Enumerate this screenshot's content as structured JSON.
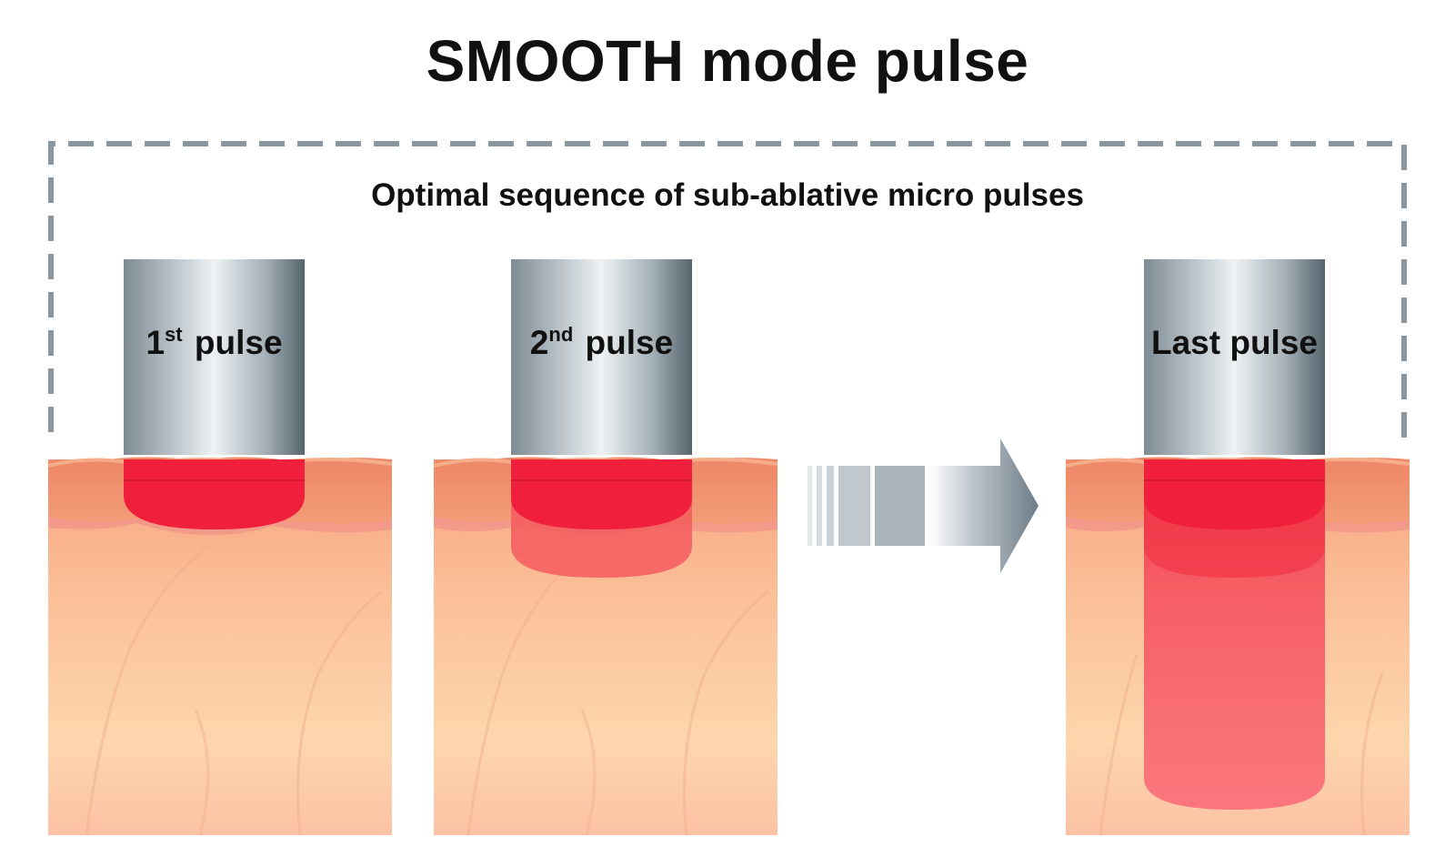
{
  "title": "SMOOTH mode pulse",
  "subtitle": "Optimal sequence of sub-ablative micro pulses",
  "pulses": [
    {
      "num": "1",
      "sup": "st",
      "word": "pulse"
    },
    {
      "num": "2",
      "sup": "nd",
      "word": "pulse"
    },
    {
      "text": "Last pulse"
    }
  ],
  "colors": {
    "skin_top": "#f2906e",
    "skin_deep": "#fcd3a8",
    "treatment_red": "#f0203c",
    "dashed_frame": "#8b97a0",
    "arrow": "#6e7c86"
  },
  "icons": [
    "laser-handpiece-icon",
    "arrow-right-icon"
  ]
}
